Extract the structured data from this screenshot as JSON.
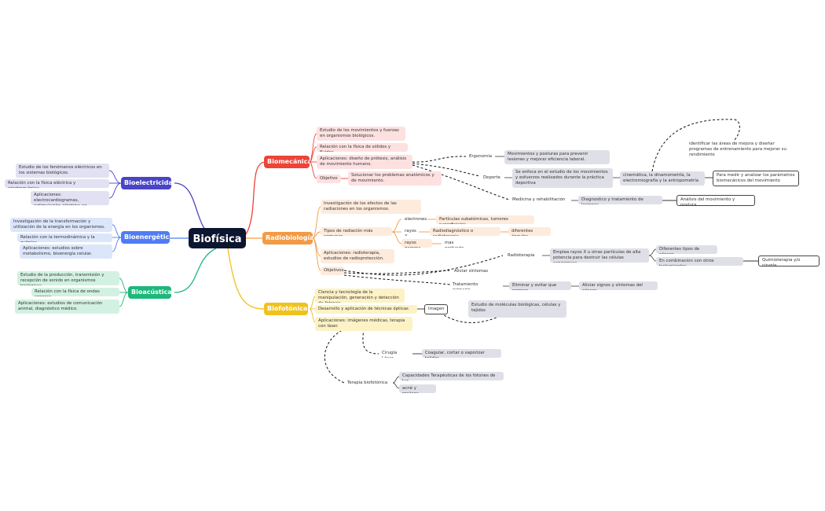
{
  "root": "Biofísica",
  "branches": {
    "bioelectricidad": {
      "title": "Bioelectricidad",
      "items": [
        "Estudio de los fenómenos eléctricos en los sistemas biológicos.",
        "Relación con la física eléctrica y electroquímica.",
        "Aplicaciones: electrocardiogramas, estimulación eléctrica en medicina."
      ]
    },
    "bioenergetica": {
      "title": "Bioenergética",
      "items": [
        "Investigación de la transformación y utilización de la energía en los organismos.",
        "Relación con la termodinámica y la química.",
        "Aplicaciones: estudios sobre metabolismo, bioenergía celular."
      ]
    },
    "bioacustica": {
      "title": "Bioacústica",
      "items": [
        "Estudio de la producción, transmisión y recepción de sonido en organismos biológicos.",
        "Relación con la física de ondas sonoras.",
        "Aplicaciones: estudios de comunicación animal, diagnóstico médico."
      ]
    },
    "biomecanica": {
      "title": "Biomecánica",
      "items": [
        "Estudio de los movimientos y fuerzas en organismos biológicos.",
        "Relación con la física de sólidos y fluidos.",
        "Aplicaciones: diseño de prótesis, análisis de movimiento humano.",
        "Objetivo"
      ],
      "objetivo": "Solucionar los problemas anatómicos y de movimiento.",
      "ergonomia": "Ergonomía",
      "ergonomia_detail": "Movimientos y posturas para prevenir lesiones y mejorar eficiencia laboral.",
      "deporte": "Deporte",
      "deporte_detail": "Se enfoca en el estudio de los movimientos y esfuerzos realizados durante la práctica deportiva",
      "cinematica": "cinemática, la dinamometría, la electromiografía y la antropometría",
      "parametros": "Para medir y analizar los parámetros biomecánicos del movimiento",
      "identificar": "identificar las áreas de mejora y diseñar programas de entrenamiento para mejorar su rendimiento",
      "medicina": "Medicina y rehabilitación",
      "diagnostico": "Diagnostico y tratamiento de lesiones",
      "analisis": "Análisis del movimiento y postura"
    },
    "radiobiologia": {
      "title": "Radiobiología",
      "investigacion": "Investigación de los efectos de las radiaciones en los organismos.",
      "tipos": "Tipos de radiación más comunes",
      "electrones": "electrones",
      "electrones_detail": "Partículas subatómicas, tumores superficiales",
      "rayosx": "rayos X",
      "rayosx_detail": "Radiodiagnóstico o radioterapia",
      "angulos": "diferentes ángulos",
      "gamma": "rayos gamma",
      "gamma_detail": "mas profundo",
      "aplicaciones": "Aplicaciones: radioterapia, estudios de radioprotección.",
      "objetivos": "Objetivos",
      "radioterapia": "Radioterapia",
      "radioterapia_detail": "Emplea rayos X u otras partículas de alta potencia para destruir las células cancerosas",
      "diferentes": "Diferentes tipos de cáncer",
      "combinacion": "En combinacion con otros tratamientos",
      "quimio": "Quimioterapia y/o cirugía",
      "aliviar": "Aliviar síntomas",
      "tratamiento": "Tratamiento primario",
      "eliminar": "Eliminar y evitar que regrese",
      "aliviar_signos": "Aliviar signos y síntomas del cáncer"
    },
    "biofotonica": {
      "title": "Biofotónica",
      "ciencia": "Ciencia y tecnología de la manipulación, generación y detección de fotones",
      "desarrollo": "Desarrollo y aplicación de técnicas ópticas",
      "aplicaciones": "Aplicaciones: imágenes médicas, terapia con láser.",
      "imagen": "Imagen",
      "imagen_detail": "Estudio de moléculas biológicas, células y tejidos",
      "cirugia": "Cirugía Láser",
      "cirugia_detail": "Coagular, cortar o vaporizar tejidos",
      "terapia": "Terapia biofotónica",
      "capacidades": "Capacidades Terapéuticas de los fotones de luz",
      "acne": "acné y rosácea"
    }
  },
  "colors": {
    "root": "#0d1631",
    "bioelectricidad": "#4a44c6",
    "bioenergetica": "#4f7cf4",
    "bioacustica": "#1db77a",
    "biomecanica": "#ee4337",
    "radiobiologia": "#f39a45",
    "biofotonica": "#f0c21d"
  }
}
